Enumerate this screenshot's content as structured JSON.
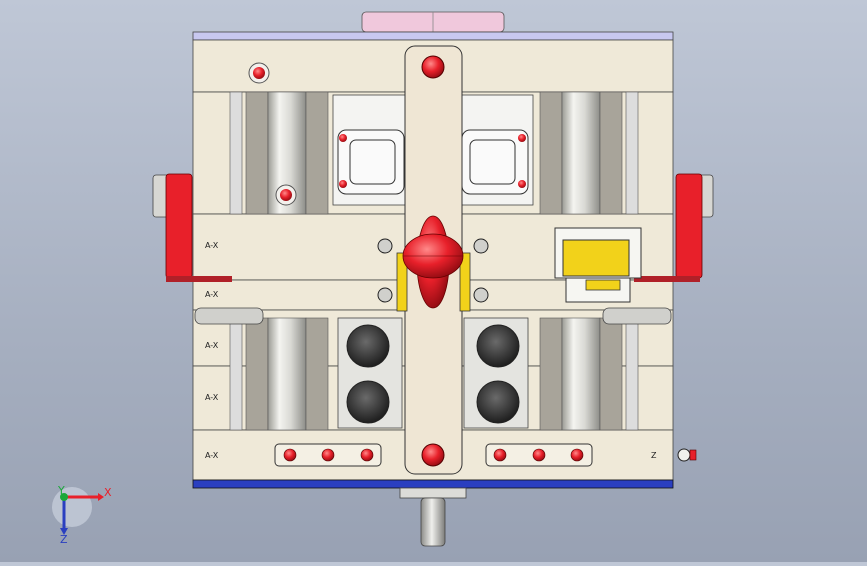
{
  "plate_labels": [
    "A-X",
    "A-X",
    "A-X",
    "A-X",
    "A-X"
  ],
  "corner_mark": "Z",
  "triad": {
    "x_label": "X",
    "y_label": "Y",
    "z_label": "Z"
  },
  "colors": {
    "background_top": "#bfc7d6",
    "plate": "#efe9d8",
    "red_accent": "#e8202a",
    "yellow_accent": "#f2d21a",
    "blue_base": "#2a3fc0",
    "pink_top": "#f0c8dc"
  }
}
